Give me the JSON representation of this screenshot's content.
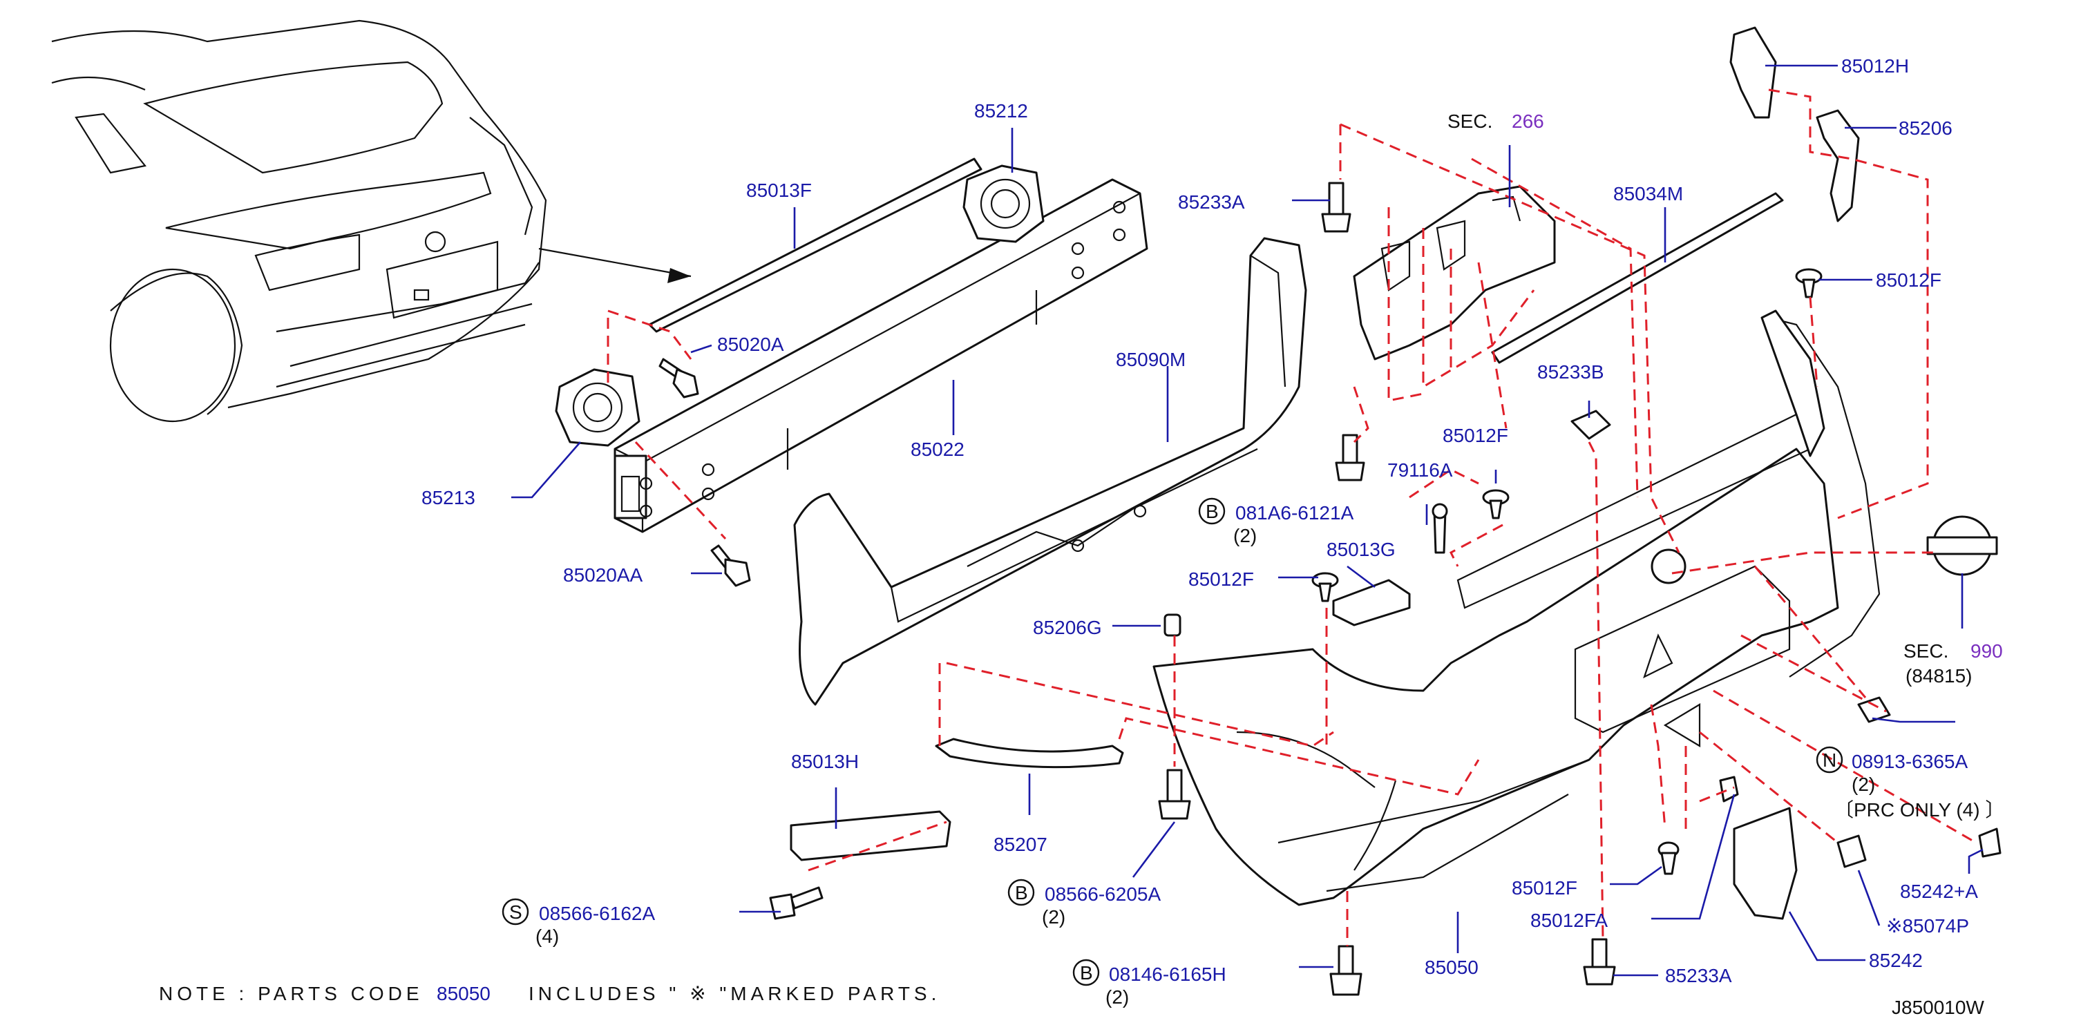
{
  "colors": {
    "part_number": "#1a1aa8",
    "section_ref": "#7a2fbf",
    "dashed_link": "#e0202a",
    "line_art": "#111111",
    "background": "#ffffff"
  },
  "labels": {
    "p85012H": "85012H",
    "p85206": "85206",
    "p85012F_right": "85012F",
    "p85212": "85212",
    "p85013F": "85013F",
    "p85233A_top": "85233A",
    "sec266_prefix": "SEC.",
    "sec266_num": "266",
    "p85034M": "85034M",
    "p85020A": "85020A",
    "p85090M": "85090M",
    "p85233B": "85233B",
    "p85022": "85022",
    "p85012F_mid": "85012F",
    "p85213": "85213",
    "b_081A6": "081A6-6121A",
    "qty_081A6": "(2)",
    "p79116A": "79116A",
    "p85013G": "85013G",
    "p85020AA": "85020AA",
    "p85012F_left": "85012F",
    "p85206G": "85206G",
    "sec990_prefix": "SEC.",
    "sec990_num": "990",
    "sec990_sub": "(84815)",
    "p85013H": "85013H",
    "n_08913": "08913-6365A",
    "qty_08913": "(2)",
    "prc_only": "〔PRC  ONLY  (4) 〕",
    "p85207": "85207",
    "b_08566_6205": "08566-6205A",
    "qty_08566_6205": "(2)",
    "p85012F_bottom": "85012F",
    "p85242_plus": "85242+A",
    "s_08566_6162": "08566-6162A",
    "qty_08566_6162": "(4)",
    "p85012FA": "85012FA",
    "p85074P": "※85074P",
    "p85242": "85242",
    "b_08146": "08146-6165H",
    "qty_08146": "(2)",
    "p85050": "85050",
    "p85233A_bottom": "85233A",
    "note_prefix": "NOTE : PARTS  CODE",
    "note_code": "85050",
    "note_suffix": "INCLUDES \" ※ \"MARKED  PARTS.",
    "diagram_id": "J850010W"
  },
  "symbols": {
    "circle_b": "B",
    "circle_n": "N",
    "circle_s": "S"
  },
  "icons": {
    "car_view": "car-rear-view-icon",
    "bumper_fascia": "rear-bumper-fascia-icon",
    "reinforcement": "bumper-reinforcement-icon",
    "energy_absorber": "energy-absorber-icon",
    "bolt": "bolt-icon",
    "clip": "clip-icon",
    "emblem": "nissan-emblem-icon"
  }
}
